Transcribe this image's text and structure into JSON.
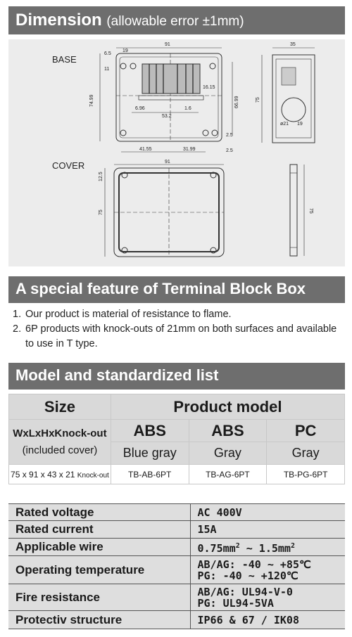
{
  "dimension": {
    "title": "Dimension",
    "subtitle": "(allowable error ±1mm)"
  },
  "drawing": {
    "base_label": "BASE",
    "cover_label": "COVER",
    "dims": {
      "w91": "91",
      "d19": "19",
      "d6_5": "6.5",
      "d11": "11",
      "d74_99": "74.99",
      "d16_15": "16.15",
      "d6_96": "6.96",
      "d1_6": "1.6",
      "d53_2": "53.2",
      "d66_99": "66.99",
      "d2_5a": "2.5",
      "d2_5b": "2.5",
      "d41_55": "41.55",
      "d31_99": "31.99",
      "d35": "35",
      "d75a": "75",
      "d21": "ø21",
      "d19b": "19",
      "d91b": "91",
      "d12_5": "12.5",
      "d75b": "75",
      "d75c": "75"
    }
  },
  "feature": {
    "title": "A special feature of Terminal Block Box",
    "items": [
      {
        "num": "1.",
        "text": "Our product is material of resistance to flame."
      },
      {
        "num": "2.",
        "text": "6P products with knock-outs of 21mm on both surfaces and available to use in T type."
      }
    ]
  },
  "models": {
    "title": "Model and standardized list",
    "size_header": "Size",
    "product_header": "Product model",
    "dims_header_1": "WxLxHxKnock-out",
    "dims_header_2": "(included cover)",
    "materials": [
      "ABS",
      "ABS",
      "PC"
    ],
    "colors": [
      "Blue gray",
      "Gray",
      "Gray"
    ],
    "row": {
      "size": "75 x 91 x 43 x 21",
      "size_suffix": "Knock-out",
      "models": [
        "TB-AB-6PT",
        "TB-AG-6PT",
        "TB-PG-6PT"
      ]
    }
  },
  "specs": {
    "rated_voltage": {
      "label": "Rated voltage",
      "value": "AC 400V"
    },
    "rated_current": {
      "label": "Rated current",
      "value": "15A"
    },
    "applicable_wire": {
      "label": "Applicable wire",
      "v1": "0.75mm",
      "s1": "2",
      "v2": "~ 1.5mm",
      "s2": "2"
    },
    "operating_temperature": {
      "label": "Operating temperature",
      "line1": "AB/AG: -40 ~ +85℃",
      "line2": "PG: -40 ~ +120℃"
    },
    "fire_resistance": {
      "label": "Fire resistance",
      "line1": "AB/AG: UL94-V-0",
      "line2": "PG: UL94-5VA"
    },
    "protective_structure": {
      "label": "Protectiv structure",
      "value": "IP66 & 67 / IK08"
    }
  }
}
